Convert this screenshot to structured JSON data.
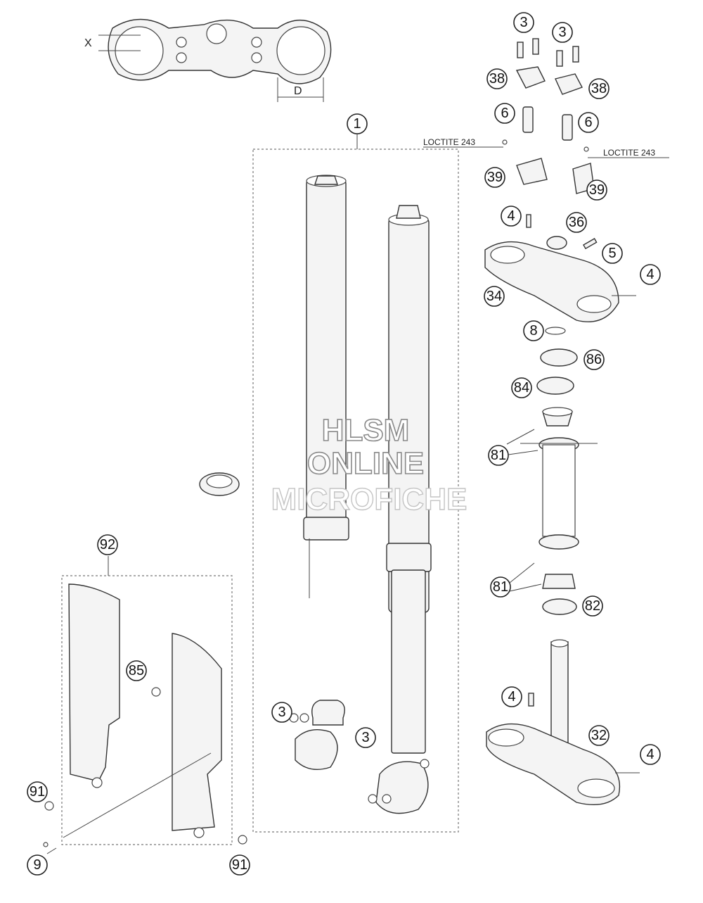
{
  "dimension_labels": {
    "x": "X",
    "d": "D"
  },
  "loctite_labels": [
    "LOCTITE 243",
    "LOCTITE 243"
  ],
  "watermark": {
    "line1": "HLSM",
    "line2": "ONLINE",
    "line3": "MICROFICHE"
  },
  "callouts": {
    "c3a": "3",
    "c3b": "3",
    "c38a": "38",
    "c38b": "38",
    "c6a": "6",
    "c6b": "6",
    "c1": "1",
    "c39a": "39",
    "c39b": "39",
    "c4a": "4",
    "c36": "36",
    "c5": "5",
    "c4b": "4",
    "c34": "34",
    "c8": "8",
    "c86": "86",
    "c84": "84",
    "c81a": "81",
    "c92": "92",
    "c81b": "81",
    "c82": "82",
    "c85": "85",
    "c4c": "4",
    "c3c": "3",
    "c3d": "3",
    "c32": "32",
    "c4d": "4",
    "c91a": "91",
    "c9": "9",
    "c91b": "91"
  }
}
